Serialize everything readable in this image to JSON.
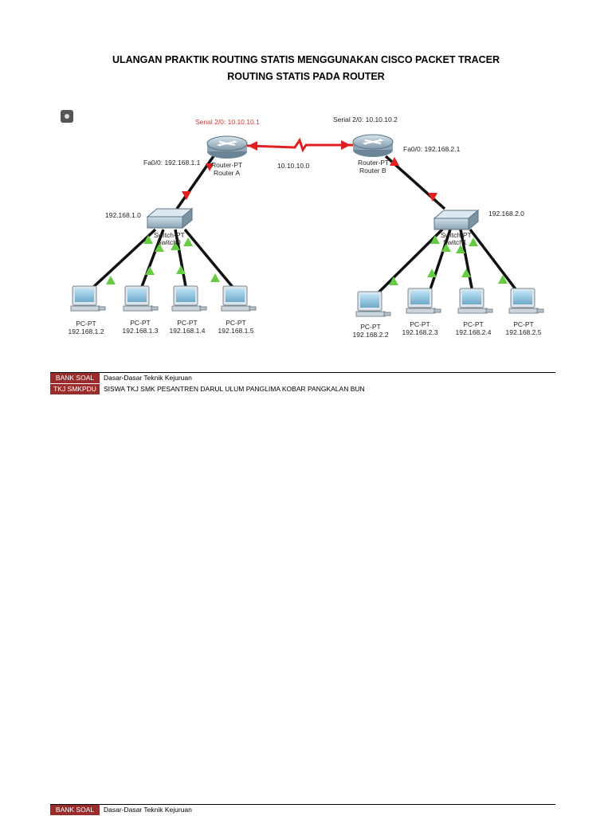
{
  "header": {
    "title_line1": "ULANGAN  PRAKTIK ROUTING STATIS MENGGUNAKAN CISCO PACKET TRACER",
    "title_line2": "ROUTING STATIS PADA ROUTER"
  },
  "topology": {
    "router_a": {
      "type": "Router-PT",
      "name": "Router A",
      "serial": "Serial 2/0: 10.10.10.1",
      "fa": "Fa0/0: 192.168.1.1"
    },
    "router_b": {
      "type": "Router-PT",
      "name": "Router B",
      "serial": "Serial 2/0: 10.10.10.2",
      "fa": "Fa0/0: 192.168.2.1"
    },
    "wan_network": "10.10.10.0",
    "switch0": {
      "type": "Switch-PT",
      "name": "Switch0",
      "network": "192.168.1.0"
    },
    "switch1": {
      "type": "Switch-PT",
      "name": "Switch1",
      "network": "192.168.2.0"
    },
    "pcs_left": [
      {
        "type": "PC-PT",
        "ip": "192.168.1.2"
      },
      {
        "type": "PC-PT",
        "ip": "192.168.1.3"
      },
      {
        "type": "PC-PT",
        "ip": "192.168.1.4"
      },
      {
        "type": "PC-PT",
        "ip": "192.168.1.5"
      }
    ],
    "pcs_right": [
      {
        "type": "PC-PT",
        "ip": "192.168.2.2"
      },
      {
        "type": "PC-PT",
        "ip": "192.168.2.3"
      },
      {
        "type": "PC-PT",
        "ip": "192.168.2.4"
      },
      {
        "type": "PC-PT",
        "ip": "192.168.2.5"
      }
    ],
    "colors": {
      "serial_link": "#e02020",
      "down_port": "#e02020",
      "up_port": "#66cc44",
      "cable": "#111111"
    }
  },
  "footer": {
    "tag1": "BANK SOAL",
    "tag2": "TKJ SMKPDU",
    "subject": "Dasar-Dasar Teknik Kejuruan",
    "school": "SISWA TKJ SMK PESANTREN DARUL ULUM PANGLIMA KOBAR PANGKALAN BUN"
  },
  "footer2": {
    "tag1": "BANK SOAL",
    "subject": "Dasar-Dasar Teknik Kejuruan"
  }
}
